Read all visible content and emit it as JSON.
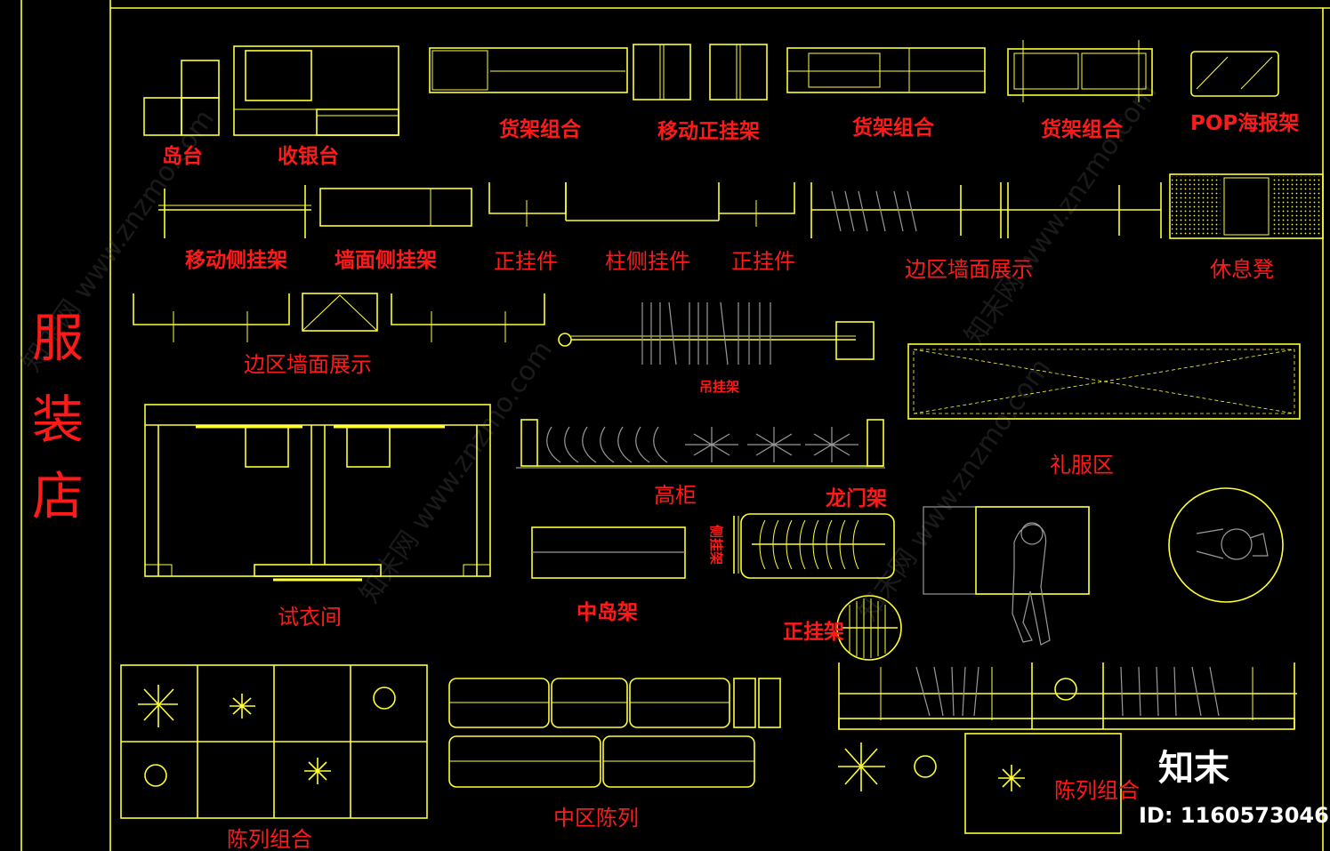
{
  "title": {
    "chars": [
      "服",
      "装",
      "店"
    ]
  },
  "labels": {
    "dao_tai": "岛台",
    "shou_yin_tai": "收银台",
    "huo_jia_zu_he_1": "货架组合",
    "yi_dong_zheng_gua_jia": "移动正挂架",
    "huo_jia_zu_he_2": "货架组合",
    "huo_jia_zu_he_3": "货架组合",
    "pop_hai_bao_jia": "POP海报架",
    "yi_dong_ce_gua_jia": "移动侧挂架",
    "qiang_mian_ce_gua_jia": "墙面侧挂架",
    "zheng_gua_jian_1": "正挂件",
    "zhu_ce_gua_jian": "柱侧挂件",
    "zheng_gua_jian_2": "正挂件",
    "bian_qu_qiang_mian_zhan_shi_1": "边区墙面展示",
    "xiu_xi_deng": "休息凳",
    "bian_qu_qiang_mian_zhan_shi_2": "边区墙面展示",
    "diao_gua_jia": "吊挂架",
    "li_fu_qu": "礼服区",
    "gao_gui": "高柜",
    "long_men_jia": "龙门架",
    "ce_gua_jia_vertical": "侧挂架",
    "shi_yi_jian": "试衣间",
    "zhong_dao_jia": "中岛架",
    "zheng_gua_jia": "正挂架",
    "chen_lie_zu_he_1": "陈列组合",
    "zhong_qu_chen_lie": "中区陈列",
    "chen_lie_zu_he_2": "陈列组合"
  },
  "watermark": {
    "brand": "知末",
    "id_text": "ID: 1160573046",
    "ghost": "知末网 www.znzmo.com"
  },
  "colors": {
    "background": "#000000",
    "linework": "#ffff33",
    "label": "#ff1a1a",
    "secondary_line": "#9a9a9a"
  }
}
